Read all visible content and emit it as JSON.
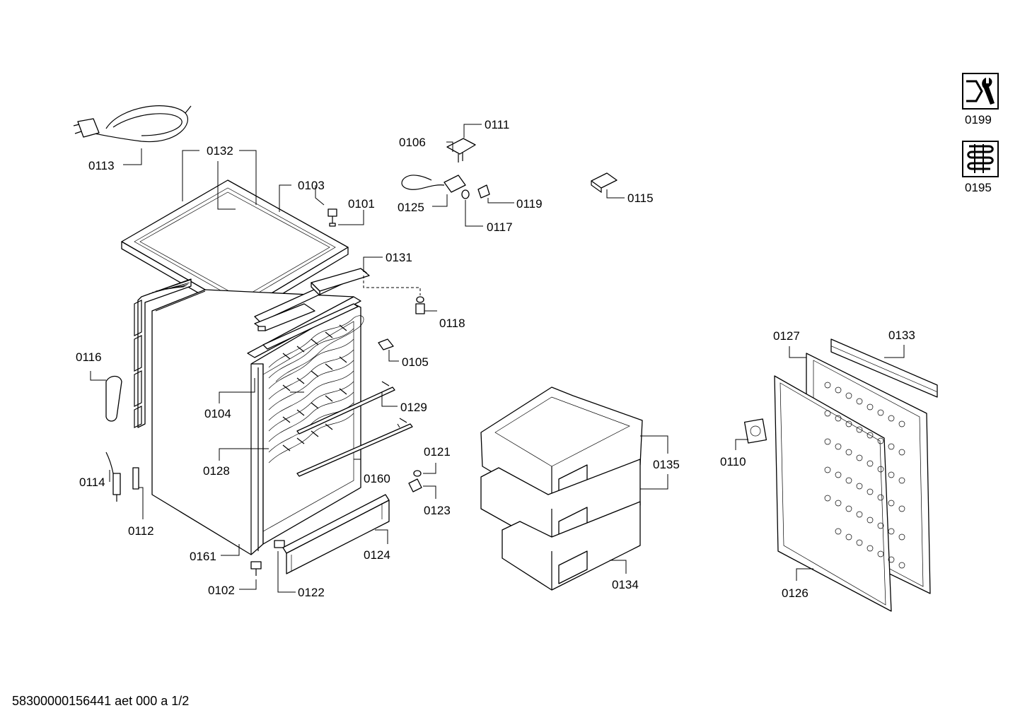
{
  "diagram": {
    "labels": {
      "p0113": "0113",
      "p0132": "0132",
      "p0103": "0103",
      "p0101": "0101",
      "p0106": "0106",
      "p0111": "0111",
      "p0125": "0125",
      "p0119": "0119",
      "p0117": "0117",
      "p0115": "0115",
      "p0131": "0131",
      "p0118": "0118",
      "p0105": "0105",
      "p0116": "0116",
      "p0104": "0104",
      "p0129": "0129",
      "p0128": "0128",
      "p0160": "0160",
      "p0121": "0121",
      "p0123": "0123",
      "p0114": "0114",
      "p0112": "0112",
      "p0161": "0161",
      "p0124": "0124",
      "p0102": "0102",
      "p0122": "0122",
      "p0135": "0135",
      "p0134": "0134",
      "p0110": "0110",
      "p0127": "0127",
      "p0133": "0133",
      "p0126": "0126",
      "p0199": "0199",
      "p0195": "0195"
    },
    "footer": "58300000156441 aet 000 a 1/2"
  }
}
